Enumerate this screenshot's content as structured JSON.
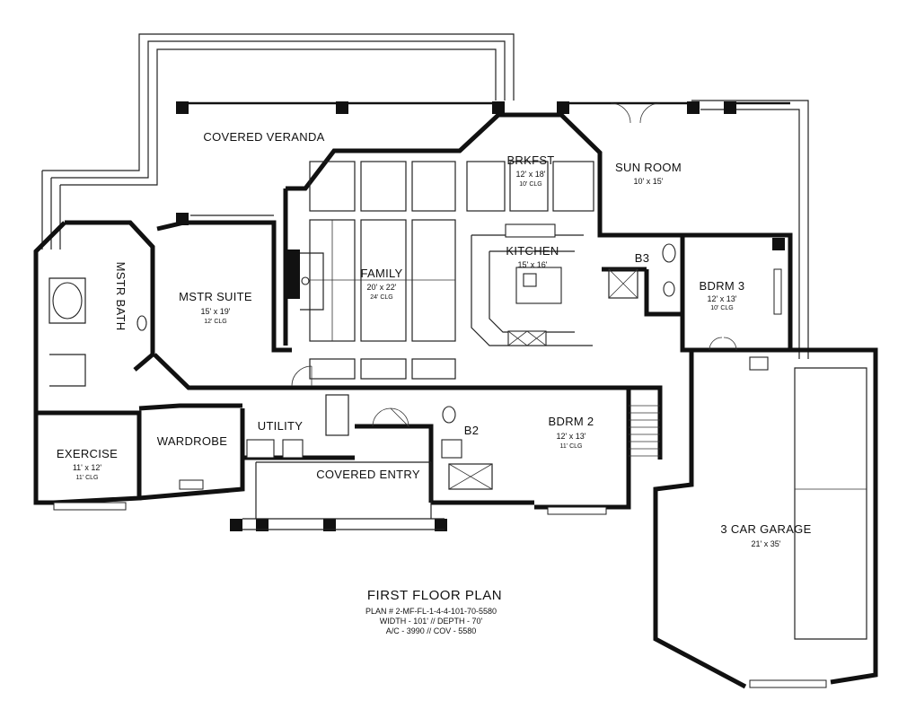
{
  "rooms": {
    "veranda": {
      "name": "COVERED VERANDA"
    },
    "brkfst": {
      "name": "BRKFST",
      "dim": "12' x 18'",
      "clg": "10' CLG"
    },
    "sunroom": {
      "name": "SUN ROOM",
      "dim": "10' x 15'"
    },
    "family": {
      "name": "FAMILY",
      "dim": "20' x 22'",
      "clg": "24' CLG"
    },
    "kitchen": {
      "name": "KITCHEN",
      "dim": "15' x 16'"
    },
    "b3": {
      "name": "B3"
    },
    "bdrm3": {
      "name": "BDRM 3",
      "dim": "12' x 13'",
      "clg": "10' CLG"
    },
    "mstr_bath": {
      "name": "MSTR BATH"
    },
    "mstr_suite": {
      "name": "MSTR SUITE",
      "dim": "15' x 19'",
      "clg": "12' CLG"
    },
    "utility": {
      "name": "UTILITY"
    },
    "b2": {
      "name": "B2"
    },
    "bdrm2": {
      "name": "BDRM 2",
      "dim": "12' x 13'",
      "clg": "11' CLG"
    },
    "exercise": {
      "name": "EXERCISE",
      "dim": "11' x 12'",
      "clg": "11' CLG"
    },
    "wardrobe": {
      "name": "WARDROBE"
    },
    "covered_entry": {
      "name": "COVERED ENTRY"
    },
    "garage": {
      "name": "3 CAR GARAGE",
      "dim": "21' x 35'"
    }
  },
  "title_block": {
    "title": "FIRST FLOOR PLAN",
    "plan_number": "PLAN # 2-MF-FL-1-4-4-101-70-5580",
    "dimensions": "WIDTH - 101' // DEPTH - 70'",
    "area": "A/C - 3990 // COV - 5580"
  }
}
